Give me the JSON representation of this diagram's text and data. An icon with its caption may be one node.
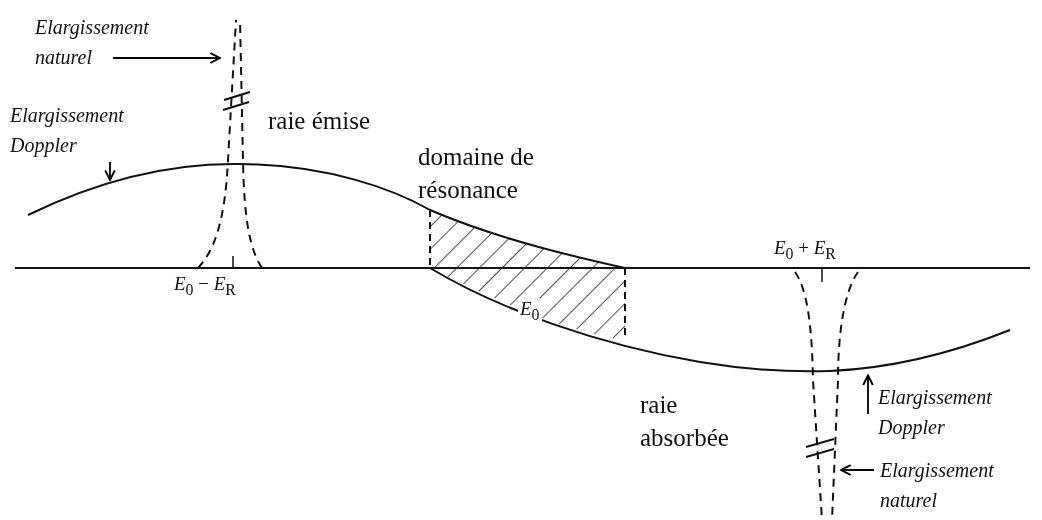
{
  "diagram": {
    "nodes": [
      {
        "text": [
          "Elargissement naturel"
        ]
      },
      {
        "text": [],
        "shape": "curve"
      },
      {
        "text": [
          "Elargissement Doppler"
        ]
      },
      {
        "text": [],
        "shape": "curve"
      },
      {
        "text": [
          "Elargissement Doppler"
        ]
      },
      {
        "text": [],
        "shape": "curve"
      },
      {
        "text": [
          "Elargissement naturel"
        ]
      },
      {
        "text": [],
        "shape": "curve"
      }
    ],
    "edges": [
      {
        "from": 0,
        "to": 1,
        "arrow": "to"
      },
      {
        "from": 2,
        "to": 3,
        "arrow": "to"
      },
      {
        "from": 4,
        "to": 5,
        "arrow": "to"
      },
      {
        "from": 6,
        "to": 7,
        "arrow": "to"
      }
    ],
    "labels": [
      "raie émise",
      "domaine de résonance",
      "*E*$_{0}$ − *E*$_{R}$",
      "*E*$_{0}$ + *E*$_{R}$",
      "*E*$_{0}$",
      "raie absorbée"
    ]
  }
}
